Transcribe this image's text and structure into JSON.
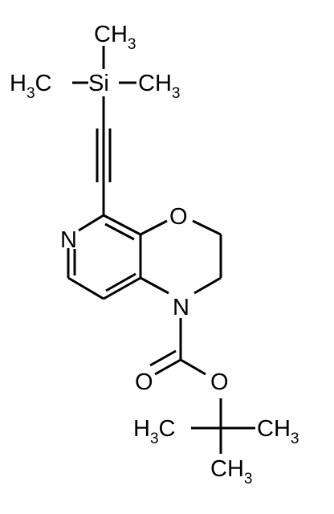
{
  "molecule": {
    "labels": {
      "si_methyl_top": [
        "CH",
        "3"
      ],
      "si_methyl_left": [
        "H",
        "3",
        "C"
      ],
      "silicon": "Si",
      "si_methyl_right": [
        "CH",
        "3"
      ],
      "pyridine_n": "N",
      "ring_oxygen": "O",
      "ring_nitrogen": "N",
      "carbonyl_oxygen": "O",
      "ester_oxygen": "O",
      "tbu_methyl_left": [
        "H",
        "3",
        "C"
      ],
      "tbu_methyl_right": [
        "CH",
        "3"
      ],
      "tbu_methyl_bottom": [
        "CH",
        "3"
      ]
    }
  }
}
